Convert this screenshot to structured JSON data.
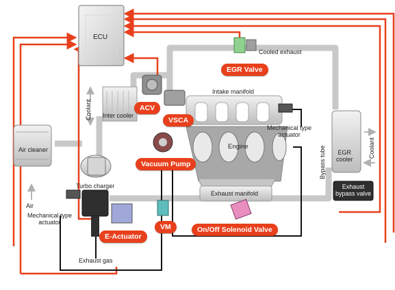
{
  "colors": {
    "accent": "#e8401c",
    "pipe": "#c9c9c9",
    "signal_line": "#e8401c",
    "wire": "#111111"
  },
  "components": {
    "ecu": "ECU",
    "air_cleaner": "Air cleaner",
    "inter_cooler": "Inter cooler",
    "engine": "Engine",
    "intake_manifold": "Intake manifold",
    "exhaust_manifold": "Exhaust manifold",
    "turbo_charger": "Turbo charger",
    "egr_cooler": "EGR\ncooler",
    "exhaust_bypass_valve": "Exhaust\nbypass valve"
  },
  "flows": {
    "cooled_exhaust": "Cooled exhaust",
    "air": "Air",
    "exhaust_gas": "Exhaust gas",
    "coolant_left": "Coolant",
    "coolant_right": "Coolant",
    "bypass_tube": "Bypass tube"
  },
  "actuators": {
    "mech_actuator_right": "Mechanical type\nactuator",
    "mech_actuator_left": "Mechanical type\nactuator"
  },
  "callouts": {
    "egr_valve": "EGR Valve",
    "acv": "ACV",
    "vsca": "VSCA",
    "vacuum_pump": "Vacuum Pump",
    "vm": "VM",
    "e_actuator": "E-Actuator",
    "on_off_solenoid_valve": "On/Off Solenoid Valve"
  },
  "icons": [
    "arrow-icon",
    "egr-valve-icon",
    "acv-icon",
    "vsca-icon",
    "vacuum-pump-icon",
    "vm-icon",
    "e-actuator-icon",
    "solenoid-valve-icon",
    "turbo-icon"
  ]
}
